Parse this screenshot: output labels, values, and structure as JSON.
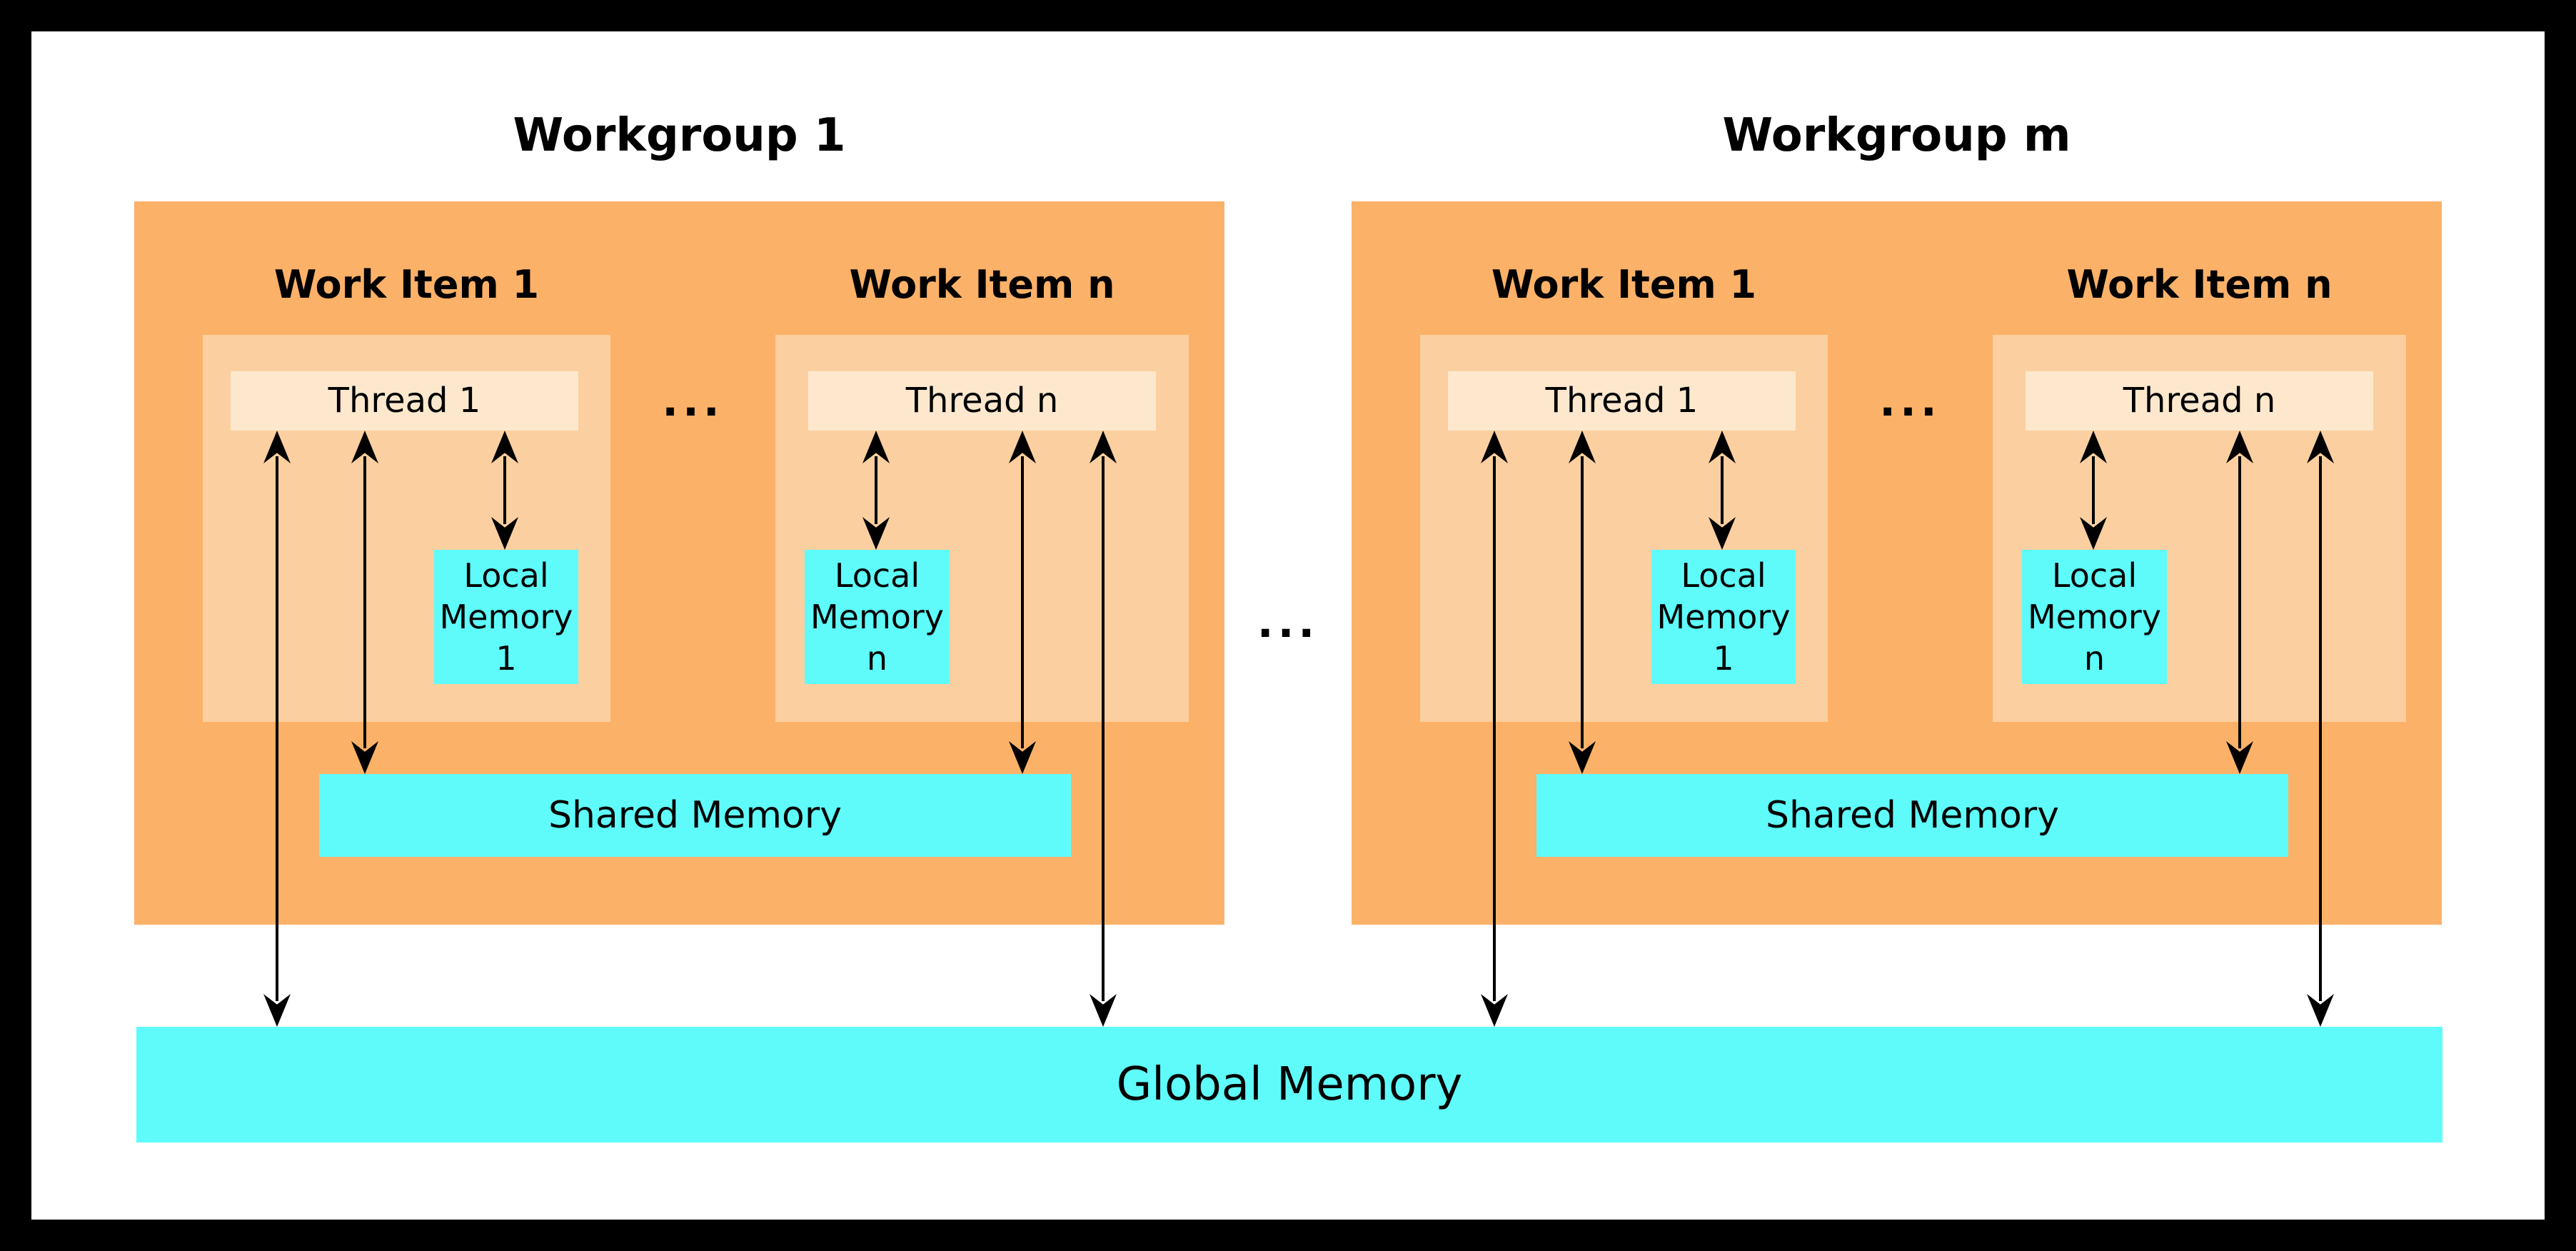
{
  "colors": {
    "frame": "#000000",
    "background": "#ffffff",
    "workgroup_fill": "#fcb168",
    "work_item_fill": "#fbcf9f",
    "thread_fill": "#fde8ce",
    "memory_fill": "#5ffbfb",
    "arrow": "#000000",
    "text": "#000000"
  },
  "workgroups": [
    {
      "title": "Workgroup 1",
      "ellipsis": "...",
      "shared_memory_label": "Shared Memory",
      "work_items": [
        {
          "label": "Work Item 1",
          "thread_label": "Thread 1",
          "local_memory_label": "Local\nMemory\n1"
        },
        {
          "label": "Work Item n",
          "thread_label": "Thread n",
          "local_memory_label": "Local\nMemory\nn"
        }
      ]
    },
    {
      "title": "Workgroup m",
      "ellipsis": "...",
      "shared_memory_label": "Shared Memory",
      "work_items": [
        {
          "label": "Work Item 1",
          "thread_label": "Thread 1",
          "local_memory_label": "Local\nMemory\n1"
        },
        {
          "label": "Work Item n",
          "thread_label": "Thread n",
          "local_memory_label": "Local\nMemory\nn"
        }
      ]
    }
  ],
  "ellipsis_between_workgroups": "...",
  "global_memory_label": "Global Memory",
  "connections": [
    {
      "from": "Thread 1",
      "to": "Global Memory",
      "type": "bidirectional"
    },
    {
      "from": "Thread 1",
      "to": "Shared Memory",
      "type": "bidirectional"
    },
    {
      "from": "Thread 1",
      "to": "Local Memory 1",
      "type": "bidirectional"
    },
    {
      "from": "Thread n",
      "to": "Local Memory n",
      "type": "bidirectional"
    },
    {
      "from": "Thread n",
      "to": "Shared Memory",
      "type": "bidirectional"
    },
    {
      "from": "Thread n",
      "to": "Global Memory",
      "type": "bidirectional"
    }
  ]
}
